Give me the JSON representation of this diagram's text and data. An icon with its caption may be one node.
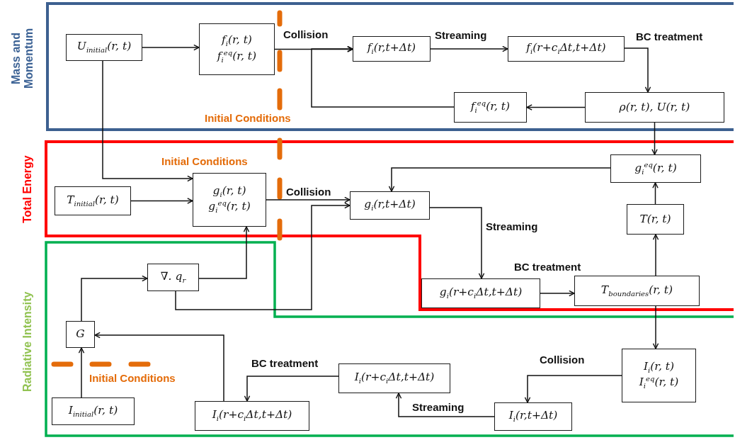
{
  "diagram": {
    "nodes": [
      {
        "text": [
          "Mass and Momentum"
        ]
      },
      {
        "text": [
          "U$_{initial}$(r, t)"
        ],
        "in": 0
      },
      {
        "text": [
          "f$_{i}$(r, t)",
          "f$_{i}$$^{eq}$(r, t)"
        ],
        "in": 0
      },
      {
        "text": [
          "f$_{i}$(r,t+Δt)"
        ],
        "in": 0
      },
      {
        "text": [
          "f$_{i}$(r+c$_{i}$Δt,t+Δt)"
        ],
        "in": 0
      },
      {
        "text": [
          "f$_{i}$$^{eq}$(r, t)"
        ],
        "in": 0
      },
      {
        "text": [
          "ρ(r, t), U(r, t)"
        ],
        "in": 0
      },
      {
        "text": [
          "Total Energy"
        ]
      },
      {
        "text": [
          "T$_{initial}$(r, t)"
        ],
        "in": 7
      },
      {
        "text": [
          "g$_{i}$(r, t)",
          "g$_{i}$$^{eq}$(r, t)"
        ],
        "in": 7
      },
      {
        "text": [
          "g$_{i}$(r,t+Δt)"
        ],
        "in": 7
      },
      {
        "text": [
          "g$_{i}$$^{eq}$(r, t)"
        ],
        "in": 7
      },
      {
        "text": [
          "T(r, t)"
        ],
        "in": 7
      },
      {
        "text": [
          "g$_{i}$(r+c$_{i}$Δt,t+Δt)"
        ]
      },
      {
        "text": [
          "T$_{boundaries}$(r, t)"
        ]
      },
      {
        "text": [
          "Radiative Intensity"
        ]
      },
      {
        "text": [
          "∇. q$_{r}$"
        ]
      },
      {
        "text": [
          "G"
        ],
        "in": 15
      },
      {
        "text": [
          "I$_{initial}$(r, t)"
        ],
        "in": 15
      },
      {
        "text": [
          "I$_{i}$(r+c$_{i}$Δt,t+Δt)"
        ],
        "in": 15
      },
      {
        "text": [
          "I$_{i}$(r+c$_{i}$Δt,t+Δt)"
        ],
        "in": 15
      },
      {
        "text": [
          "I$_{i}$(r, t)",
          "I$_{i}$$^{eq}$(r, t)"
        ],
        "in": 15
      },
      {
        "text": [
          "I$_{i}$(r,t+Δt)"
        ],
        "in": 15
      }
    ],
    "edges": [
      {
        "from": 1,
        "to": 2,
        "arrow": "to"
      },
      {
        "from": 2,
        "to": 3,
        "arrow": "to",
        "label": "Collision"
      },
      {
        "from": 3,
        "to": 4,
        "arrow": "to",
        "label": "Streaming"
      },
      {
        "from": 4,
        "to": 6,
        "arrow": "to",
        "label": "BC treatment"
      },
      {
        "from": 6,
        "to": 5,
        "arrow": "to"
      },
      {
        "from": 5,
        "to": 3,
        "arrow": "to"
      },
      {
        "from": 1,
        "to": 9,
        "arrow": "to"
      },
      {
        "from": 8,
        "to": 9,
        "arrow": "to"
      },
      {
        "from": 9,
        "to": 10,
        "arrow": "to",
        "label": "Collision"
      },
      {
        "from": 6,
        "to": 11,
        "arrow": "to"
      },
      {
        "from": 11,
        "to": 10,
        "arrow": "to"
      },
      {
        "from": 10,
        "to": 13,
        "arrow": "to",
        "label": "Streaming"
      },
      {
        "from": 13,
        "to": 14,
        "arrow": "to",
        "label": "BC treatment"
      },
      {
        "from": 14,
        "to": 12,
        "arrow": "to"
      },
      {
        "from": 12,
        "to": 11,
        "arrow": "to"
      },
      {
        "from": 14,
        "to": 21,
        "arrow": "to"
      },
      {
        "from": 21,
        "to": 22,
        "arrow": "to",
        "label": "Collision"
      },
      {
        "from": 22,
        "to": 20,
        "arrow": "to",
        "label": "Streaming"
      },
      {
        "from": 20,
        "to": 19,
        "arrow": "to",
        "label": "BC treatment"
      },
      {
        "from": 19,
        "to": 17,
        "arrow": "to"
      },
      {
        "from": 18,
        "to": 17,
        "arrow": "to"
      },
      {
        "from": 17,
        "to": 16,
        "arrow": "to"
      },
      {
        "from": 16,
        "to": 9,
        "arrow": "to"
      },
      {
        "from": 16,
        "to": 10,
        "arrow": "to"
      }
    ],
    "labels": [
      "Initial Conditions",
      "Initial Conditions",
      "Initial Conditions"
    ]
  }
}
